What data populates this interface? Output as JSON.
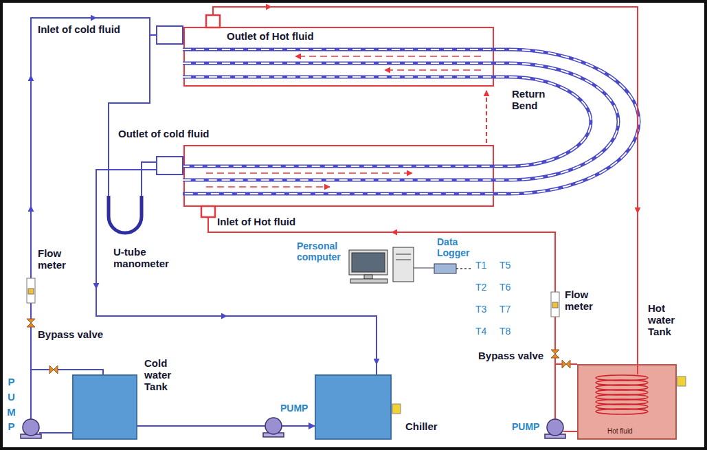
{
  "diagram": {
    "nodes": [
      {
        "text": [
          "Cold water Tank"
        ]
      },
      {
        "text": [
          "Chiller"
        ]
      },
      {
        "text": [
          "Hot water Tank",
          "Hot fluid"
        ]
      }
    ],
    "edges": [
      {
        "from": 0,
        "to": 1,
        "arrow": "to"
      }
    ],
    "labels": [
      "Inlet of cold fluid",
      "Outlet of Hot fluid",
      "Return Bend",
      "Outlet of cold fluid",
      "Inlet of Hot fluid",
      "Personal computer",
      "Data Logger",
      "T1",
      "T5",
      "T2",
      "T6",
      "T3",
      "T7",
      "T4",
      "T8",
      "Flow meter",
      "U-tube manometer",
      "Flow meter",
      "Bypass valve",
      "Bypass valve",
      "PUMP",
      "PUMP",
      "PUMP"
    ]
  }
}
